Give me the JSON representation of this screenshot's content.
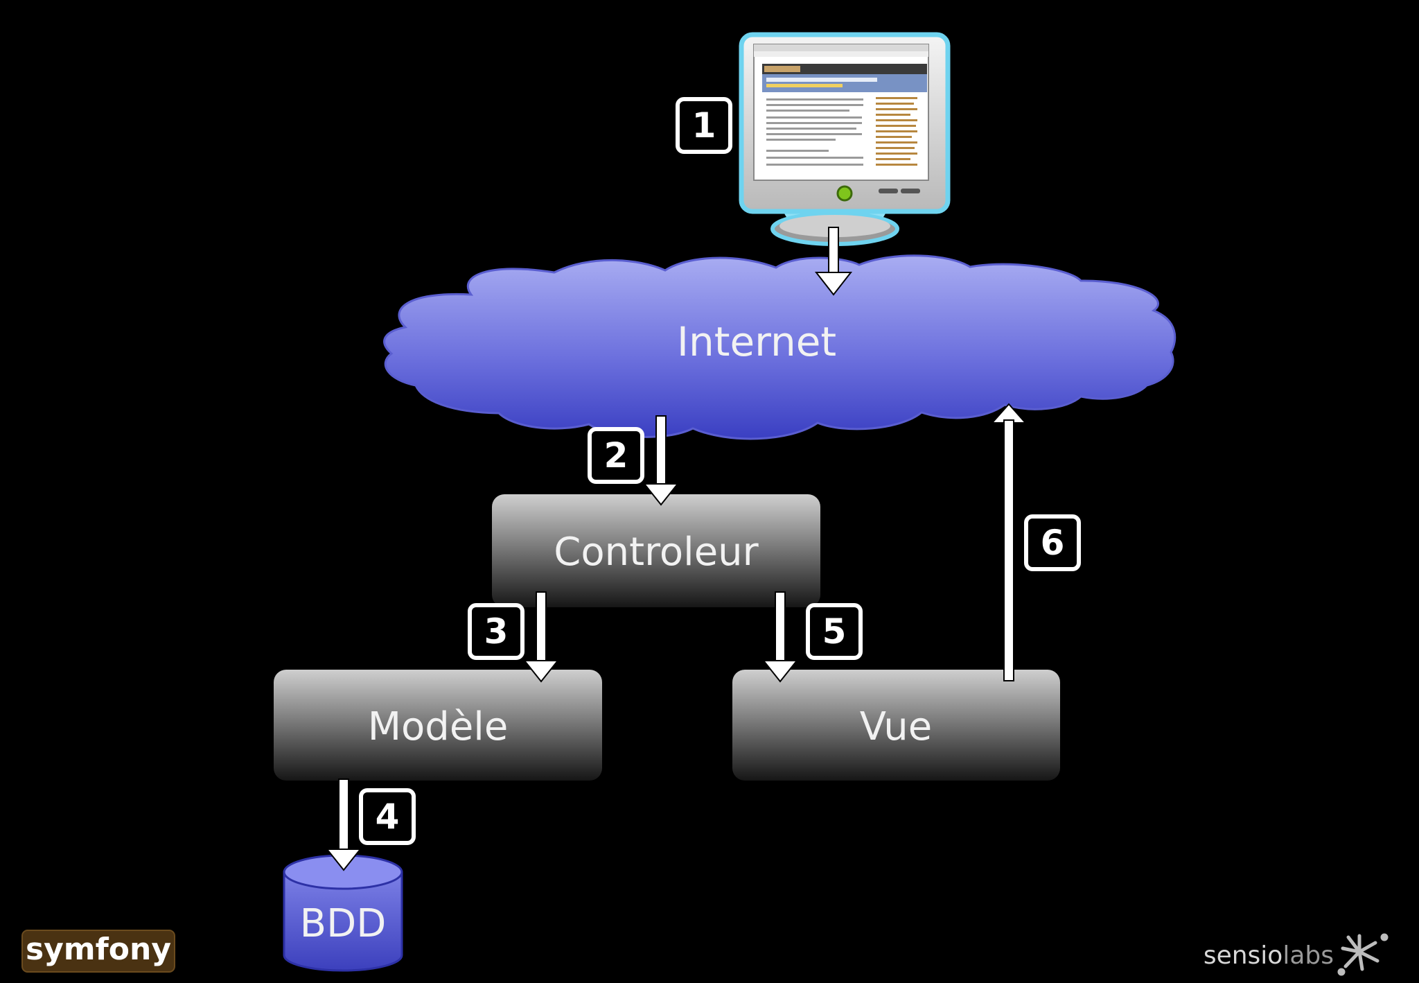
{
  "diagram": {
    "internet_label": "Internet",
    "controller_label": "Controleur",
    "model_label": "Modèle",
    "view_label": "Vue",
    "database_label": "BDD",
    "steps": [
      "1",
      "2",
      "3",
      "4",
      "5",
      "6"
    ]
  },
  "logos": {
    "symfony": "symfony",
    "sensio_prefix": "sensio",
    "sensio_suffix": "labs"
  },
  "icons": {
    "computer": "computer-monitor-icon",
    "database": "database-cylinder-icon",
    "cloud": "cloud-shape"
  },
  "colors": {
    "background": "#000000",
    "cloud": "#6f74e0",
    "box_top": "#cfcfcf",
    "box_bottom": "#1a1a1a",
    "database": "#5a5fd6",
    "symfony_bg": "#4a3212",
    "monitor_frame": "#6fd3ef"
  }
}
